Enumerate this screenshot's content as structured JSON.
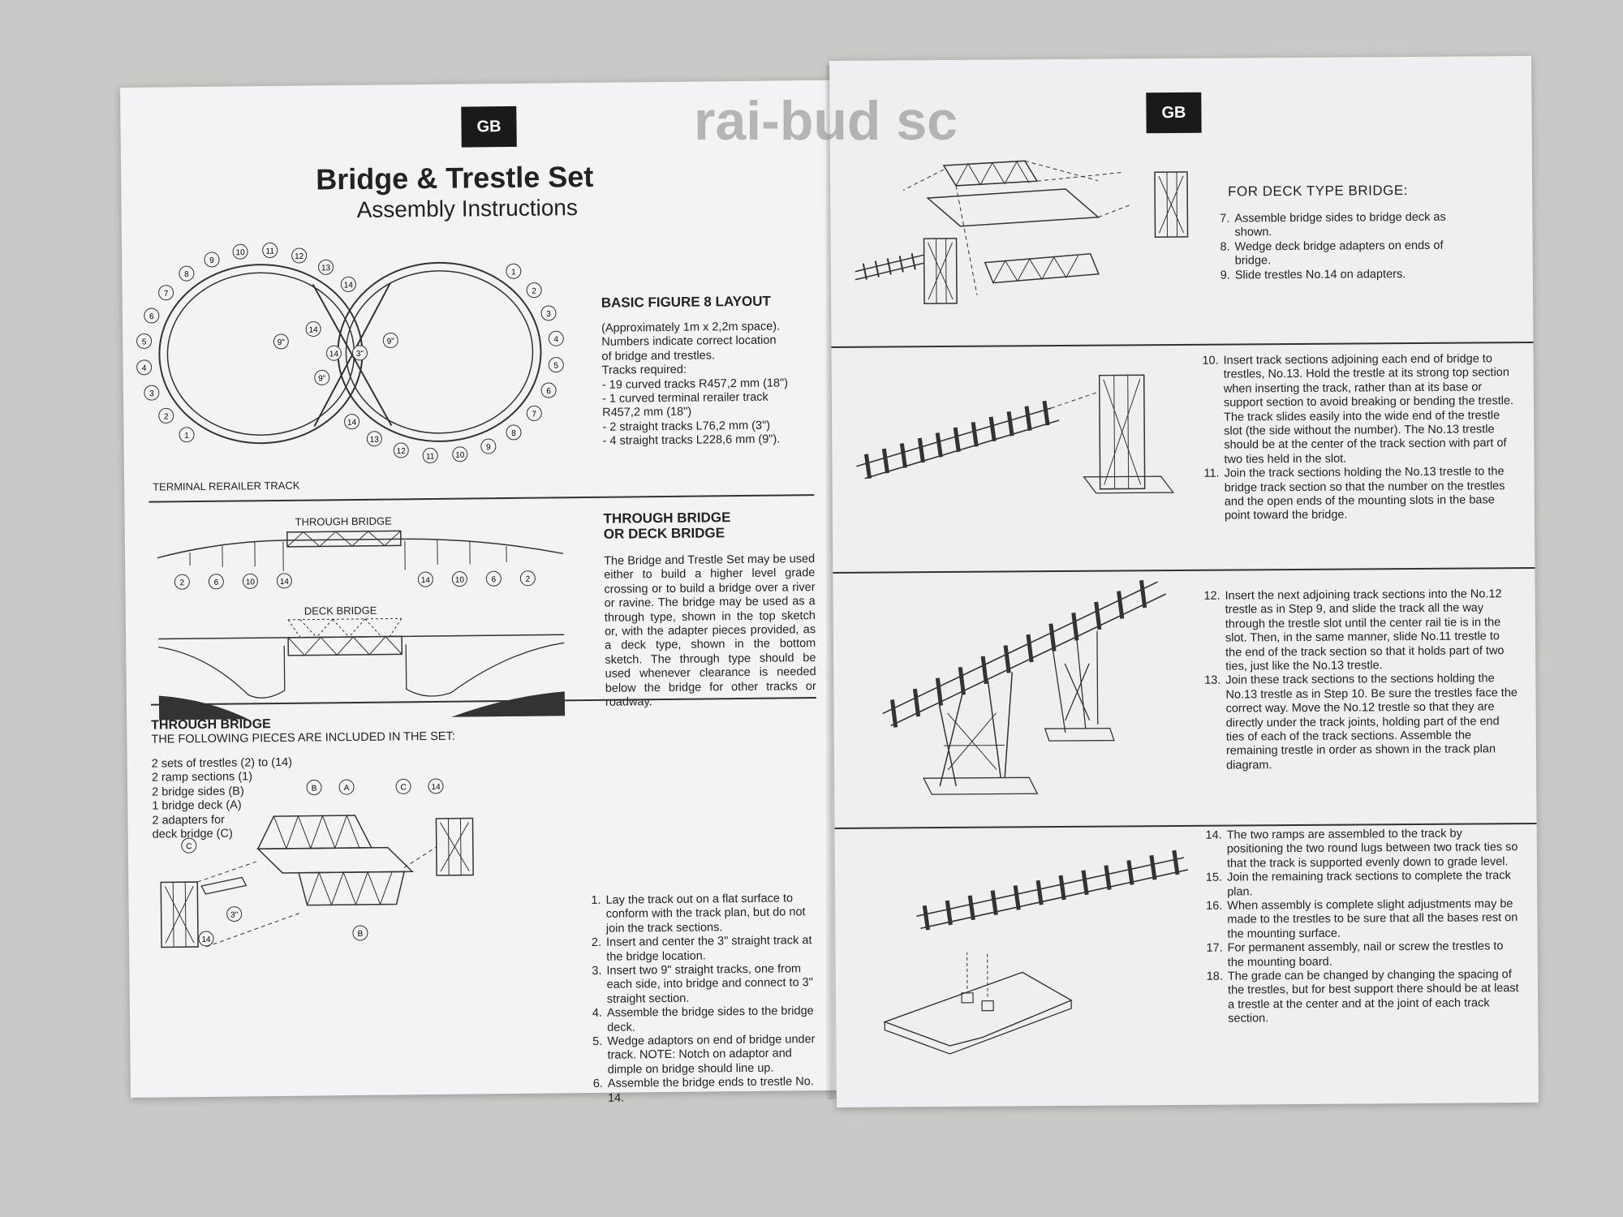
{
  "watermark": "rai-bud sc",
  "left": {
    "badge": "GB",
    "title": "Bridge & Trestle Set",
    "subtitle": "Assembly Instructions",
    "figure8": {
      "heading": "BASIC FIGURE 8 LAYOUT",
      "text": "(Approximately 1m x 2,2m space).\nNumbers indicate correct location\nof bridge and trestles.\nTracks required:\n- 19 curved tracks R457,2 mm (18\")\n- 1 curved terminal rerailer track\n  R457,2 mm (18\")\n- 2 straight tracks L76,2 mm (3\")\n- 4 straight tracks L228,6 mm (9\").",
      "rerailer_label": "TERMINAL RERAILER TRACK",
      "left_loop_numbers": [
        "1",
        "2",
        "3",
        "4",
        "5",
        "6",
        "7",
        "8",
        "9",
        "10",
        "11",
        "12",
        "13",
        "14"
      ],
      "right_loop_numbers": [
        "1",
        "2",
        "3",
        "4",
        "5",
        "6",
        "7",
        "8",
        "9",
        "10",
        "11",
        "12",
        "13",
        "14"
      ],
      "center_labels": [
        "9\"",
        "3\"",
        "9\"",
        "14",
        "14",
        "9\""
      ]
    },
    "through_deck": {
      "heading_line1": "THROUGH BRIDGE",
      "heading_line2": "OR DECK BRIDGE",
      "text": "The Bridge and Trestle Set may be used either to build a higher level grade crossing or to build a bridge over a river or ravine. The bridge may be used as a through type, shown in the top sketch or, with the adapter pieces provided, as a deck type, shown in the bottom sketch. The through type should be used whenever clearance is needed below the bridge for other tracks or roadway.",
      "through_label": "THROUGH BRIDGE",
      "deck_label": "DECK BRIDGE",
      "left_seq": [
        "2",
        "6",
        "10",
        "14"
      ],
      "right_seq": [
        "14",
        "10",
        "6",
        "2"
      ]
    },
    "parts": {
      "heading": "THROUGH BRIDGE",
      "subheading": "THE FOLLOWING PIECES ARE INCLUDED IN THE SET:",
      "list": [
        "2 sets of trestles (2) to (14)",
        "2 ramp sections (1)",
        "2 bridge sides (B)",
        "1 bridge deck (A)",
        "2 adapters for",
        "   deck bridge (C)"
      ],
      "callouts": [
        "B",
        "A",
        "C",
        "14",
        "C",
        "3\"",
        "14",
        "B"
      ]
    },
    "steps": [
      {
        "n": "1.",
        "t": "Lay the track out on a flat surface to conform with the track plan, but do not join the track sections."
      },
      {
        "n": "2.",
        "t": "Insert and center the 3\" straight track at the bridge location."
      },
      {
        "n": "3.",
        "t": "Insert two 9\" straight tracks, one from each side, into bridge and connect to 3\" straight section."
      },
      {
        "n": "4.",
        "t": "Assemble the bridge sides to the bridge deck."
      },
      {
        "n": "5.",
        "t": "Wedge adaptors on end of bridge under track. NOTE: Notch on adaptor and dimple on bridge should line up."
      },
      {
        "n": "6.",
        "t": "Assemble the bridge ends to trestle No. 14."
      }
    ]
  },
  "right": {
    "badge": "GB",
    "deck_heading": "FOR DECK TYPE BRIDGE:",
    "block1": [
      {
        "n": "7.",
        "t": "Assemble bridge sides to bridge deck as shown."
      },
      {
        "n": "8.",
        "t": "Wedge deck bridge adapters on ends of bridge."
      },
      {
        "n": "9.",
        "t": "Slide trestles No.14 on adapters."
      }
    ],
    "block2": [
      {
        "n": "10.",
        "t": "Insert track sections adjoining each end of bridge to trestles, No.13. Hold the trestle at its strong top section when inserting the track, rather than at its base or support section to avoid breaking or bending the trestle. The track slides easily into the wide end of the trestle slot (the side without the number). The No.13 trestle should be at the center of the track section with part of two ties held in the slot."
      },
      {
        "n": "11.",
        "t": "Join the track sections holding the No.13 trestle to the bridge track section so that the number on the trestles and the open ends of the mounting slots in the base point toward the bridge."
      }
    ],
    "block3": [
      {
        "n": "12.",
        "t": "Insert the next adjoining track sections into the No.12 trestle as in Step 9, and slide the track all the way through the trestle slot until the center rail tie is in the slot. Then, in the same manner, slide No.11 trestle to the end of the track section so that it holds part of two ties, just like the No.13 trestle."
      },
      {
        "n": "13.",
        "t": "Join these track sections to the sections holding the No.13 trestle as in Step 10. Be sure the trestles face the correct way. Move the No.12 trestle so that they are directly under the track joints, holding part of the end ties of each of the track sections. Assemble the remaining trestle in order as shown in the track plan diagram."
      }
    ],
    "block4": [
      {
        "n": "14.",
        "t": "The two ramps are assembled to the track by positioning the two round lugs between two track ties so that the track is supported evenly down to grade level."
      },
      {
        "n": "15.",
        "t": "Join the remaining track sections to complete the track plan."
      },
      {
        "n": "16.",
        "t": "When assembly is complete slight adjustments may be made to the trestles to be sure that all the bases rest on the mounting surface."
      },
      {
        "n": "17.",
        "t": "For permanent assembly, nail or screw the trestles to the mounting board."
      },
      {
        "n": "18.",
        "t": "The grade can be changed by changing the spacing of the trestles, but for best support there should be at least a trestle at the center and at the joint of each track section."
      }
    ]
  }
}
